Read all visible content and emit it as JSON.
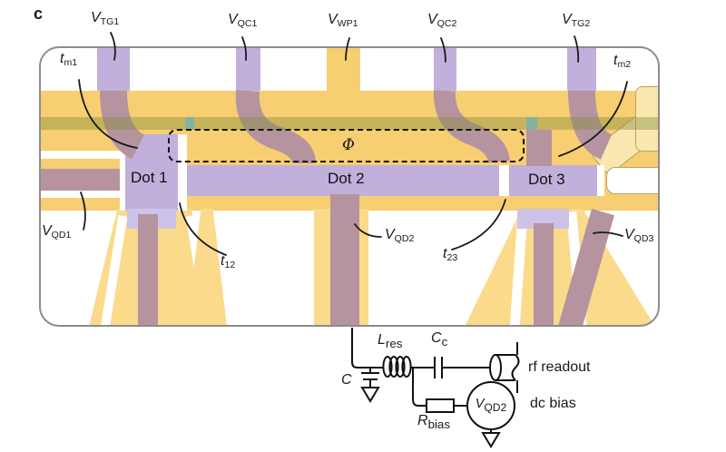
{
  "panel": {
    "label": "c"
  },
  "top_gates": [
    {
      "id": "vtg1",
      "main": "V",
      "sub": "TG1"
    },
    {
      "id": "vqc1",
      "main": "V",
      "sub": "QC1"
    },
    {
      "id": "vwp1",
      "main": "V",
      "sub": "WP1"
    },
    {
      "id": "vqc2",
      "main": "V",
      "sub": "QC2"
    },
    {
      "id": "vtg2",
      "main": "V",
      "sub": "TG2"
    }
  ],
  "device_labels": {
    "tm1": {
      "main": "t",
      "sub": "m1"
    },
    "tm2": {
      "main": "t",
      "sub": "m2"
    },
    "dot1": "Dot 1",
    "dot2": "Dot 2",
    "dot3": "Dot 3",
    "phi": "Φ",
    "t12": {
      "main": "t",
      "sub": "12"
    },
    "t23": {
      "main": "t",
      "sub": "23"
    },
    "vqd1": {
      "main": "V",
      "sub": "QD1"
    },
    "vqd2": {
      "main": "V",
      "sub": "QD2"
    },
    "vqd3": {
      "main": "V",
      "sub": "QD3"
    }
  },
  "circuit": {
    "inductor": {
      "main": "L",
      "sub": "res"
    },
    "coupling_cap": {
      "main": "C",
      "sub": "c"
    },
    "cap": {
      "main": "C",
      "sub": ""
    },
    "resistor": {
      "main": "R",
      "sub": "bias"
    },
    "voltage_source": {
      "main": "V",
      "sub": "QD2"
    },
    "rf_readout": "rf readout",
    "dc_bias": "dc bias"
  },
  "colors": {
    "gate_yellow": "#F7CE72",
    "gate_yellow_light": "#FBDA8C",
    "gate_pale": "#F9E7B0",
    "gate_purple": "#C1B0DB",
    "gate_purple_light": "#CDC2E7",
    "overlap_brown": "#B5949F",
    "nanowire_green": "rgba(130,140,60,0.42)",
    "accent_cyan": "#7FD0EA",
    "device_outline": "#8C8C8C"
  }
}
